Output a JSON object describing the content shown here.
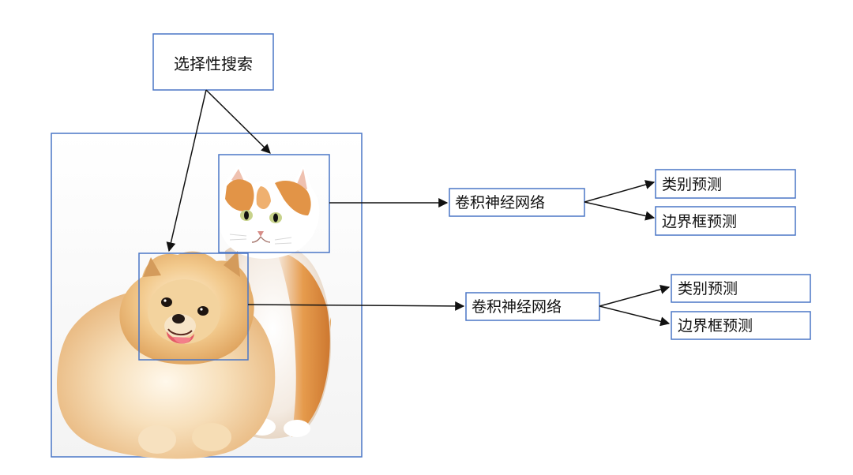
{
  "title": "",
  "nodes": {
    "selective_search": "选择性搜索",
    "cnn_top": "卷积神经网络",
    "cnn_bottom": "卷积神经网络",
    "class_pred_top": "类别预测",
    "bbox_pred_top": "边界框预测",
    "class_pred_bottom": "类别预测",
    "bbox_pred_bottom": "边界框预测"
  },
  "image": {
    "subjects": [
      "cat-icon",
      "dog-icon"
    ]
  },
  "colors": {
    "box_stroke": "#4a76c6",
    "arrow": "#111111",
    "text": "#111111",
    "cat_orange": "#d88436",
    "dog_cream": "#eebd7d",
    "white": "#ffffff"
  }
}
